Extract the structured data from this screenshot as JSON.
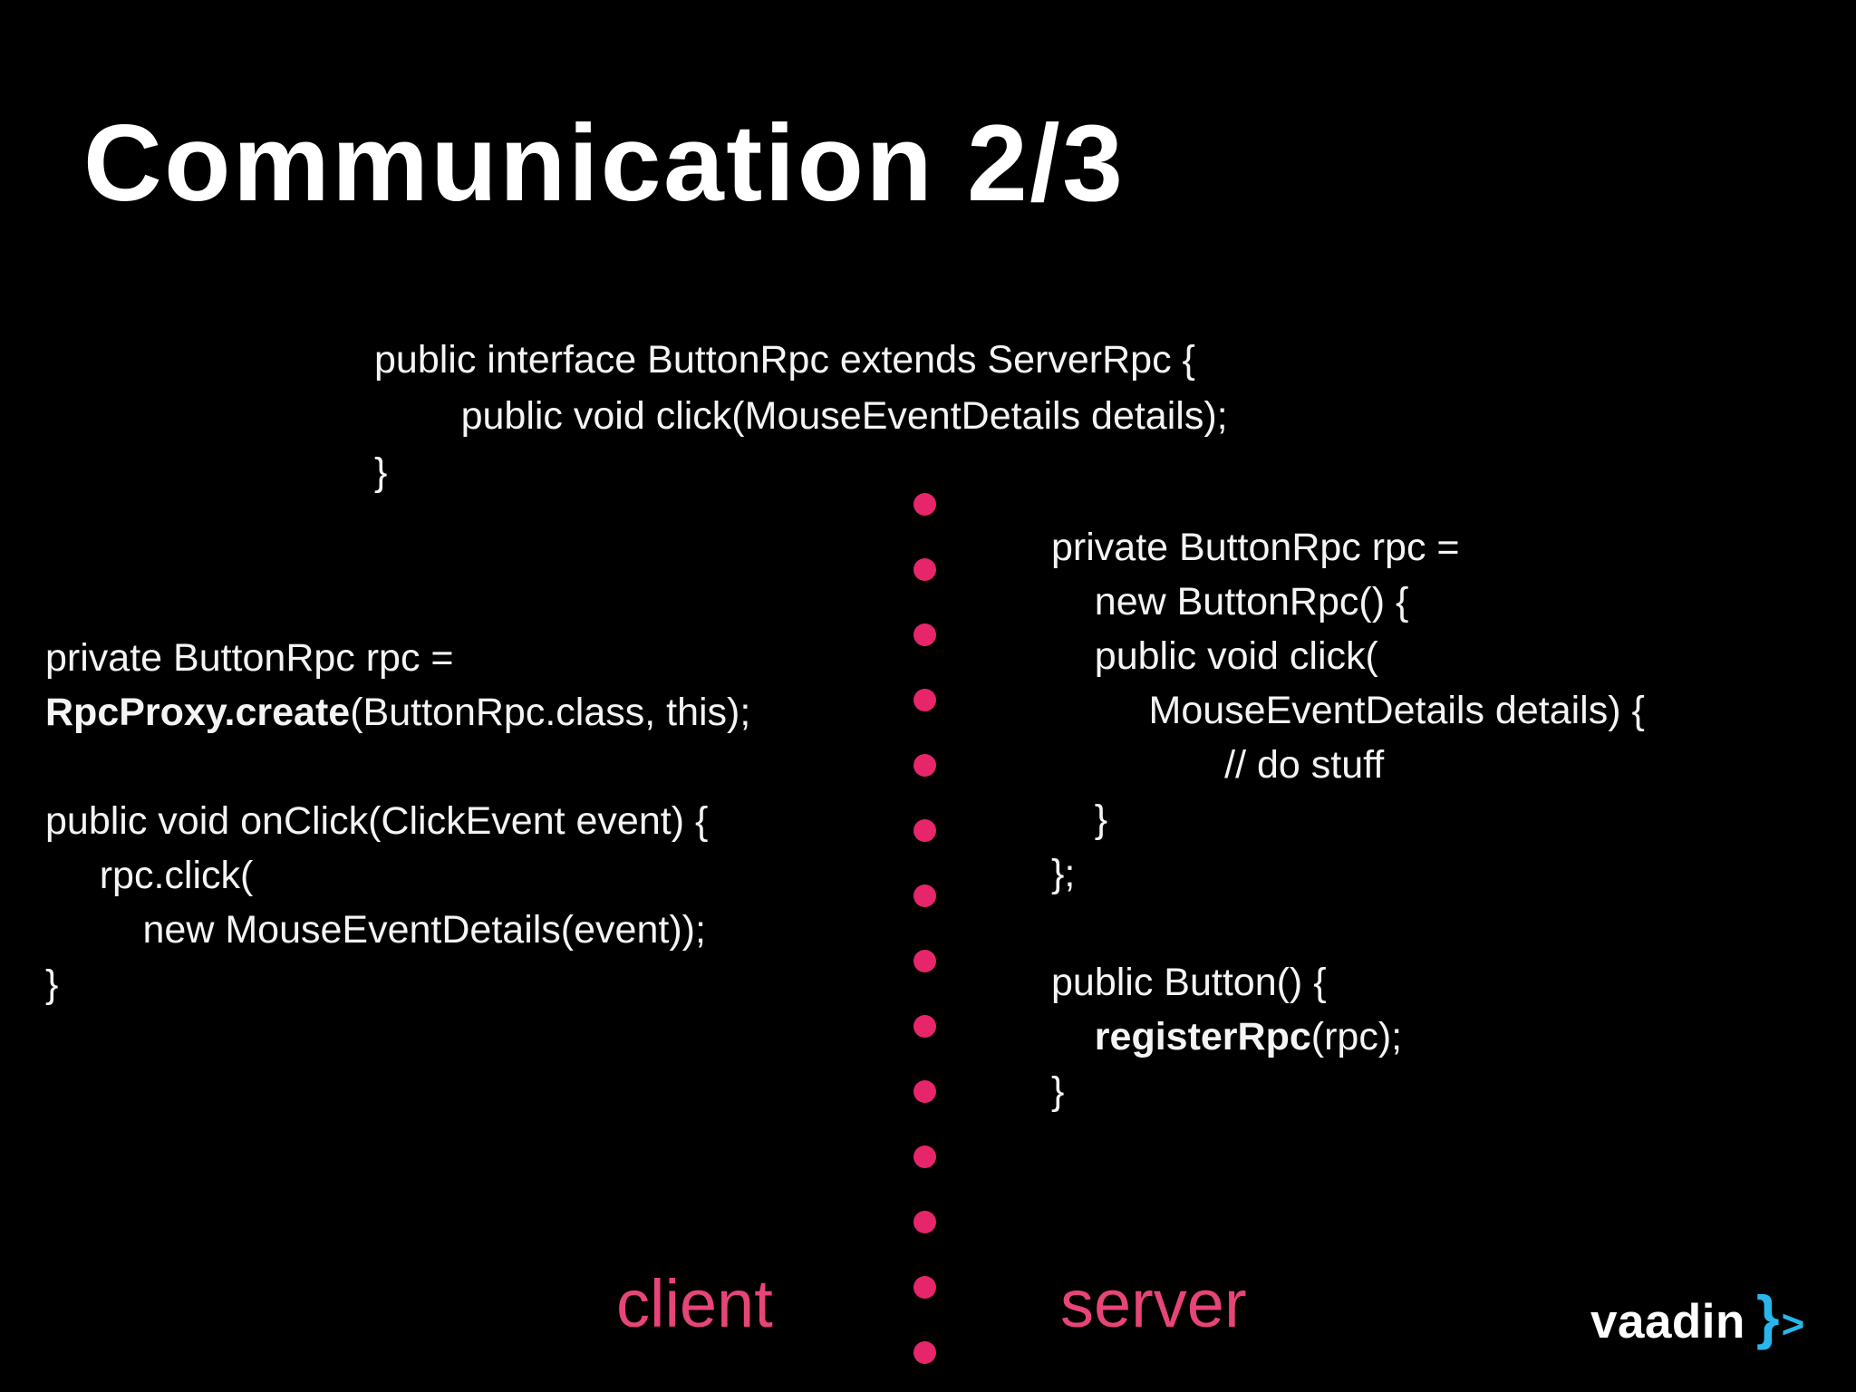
{
  "slide": {
    "title": "Communication 2/3",
    "labels": {
      "client": "client",
      "server": "server"
    },
    "logo": {
      "text": "vaadin",
      "bracket": "}",
      "chevron": ">"
    },
    "divider": {
      "dot_count": 14
    },
    "colors": {
      "background": "#000000",
      "text": "#f4f4f4",
      "pink": "#e7256b",
      "label_pink": "#e64577",
      "logo_blue": "#27b7ea"
    }
  },
  "code_blocks": [
    {
      "id": "interface",
      "lines": [
        [
          {
            "t": "public interface ButtonRpc extends ServerRpc {"
          }
        ],
        [
          {
            "t": "        public void click(MouseEventDetails details);"
          }
        ],
        [
          {
            "t": "}"
          }
        ]
      ]
    },
    {
      "id": "client",
      "lines": [
        [
          {
            "t": "private ButtonRpc rpc ="
          }
        ],
        [
          {
            "t": "RpcProxy.create",
            "b": true
          },
          {
            "t": "(ButtonRpc.class, this);"
          }
        ],
        [],
        [
          {
            "t": "public void onClick(ClickEvent event) {"
          }
        ],
        [
          {
            "t": "     rpc.click("
          }
        ],
        [
          {
            "t": "         new MouseEventDetails(event));"
          }
        ],
        [
          {
            "t": "}"
          }
        ]
      ]
    },
    {
      "id": "server",
      "lines": [
        [
          {
            "t": "private ButtonRpc rpc ="
          }
        ],
        [
          {
            "t": "    new ButtonRpc() {"
          }
        ],
        [
          {
            "t": "    public void click("
          }
        ],
        [
          {
            "t": "         MouseEventDetails details) {"
          }
        ],
        [
          {
            "t": "                // do stuff"
          }
        ],
        [
          {
            "t": "    }"
          }
        ],
        [
          {
            "t": "};"
          }
        ],
        [],
        [
          {
            "t": "public Button() {"
          }
        ],
        [
          {
            "t": "    "
          },
          {
            "t": "registerRpc",
            "b": true
          },
          {
            "t": "(rpc);"
          }
        ],
        [
          {
            "t": "}"
          }
        ]
      ]
    }
  ]
}
